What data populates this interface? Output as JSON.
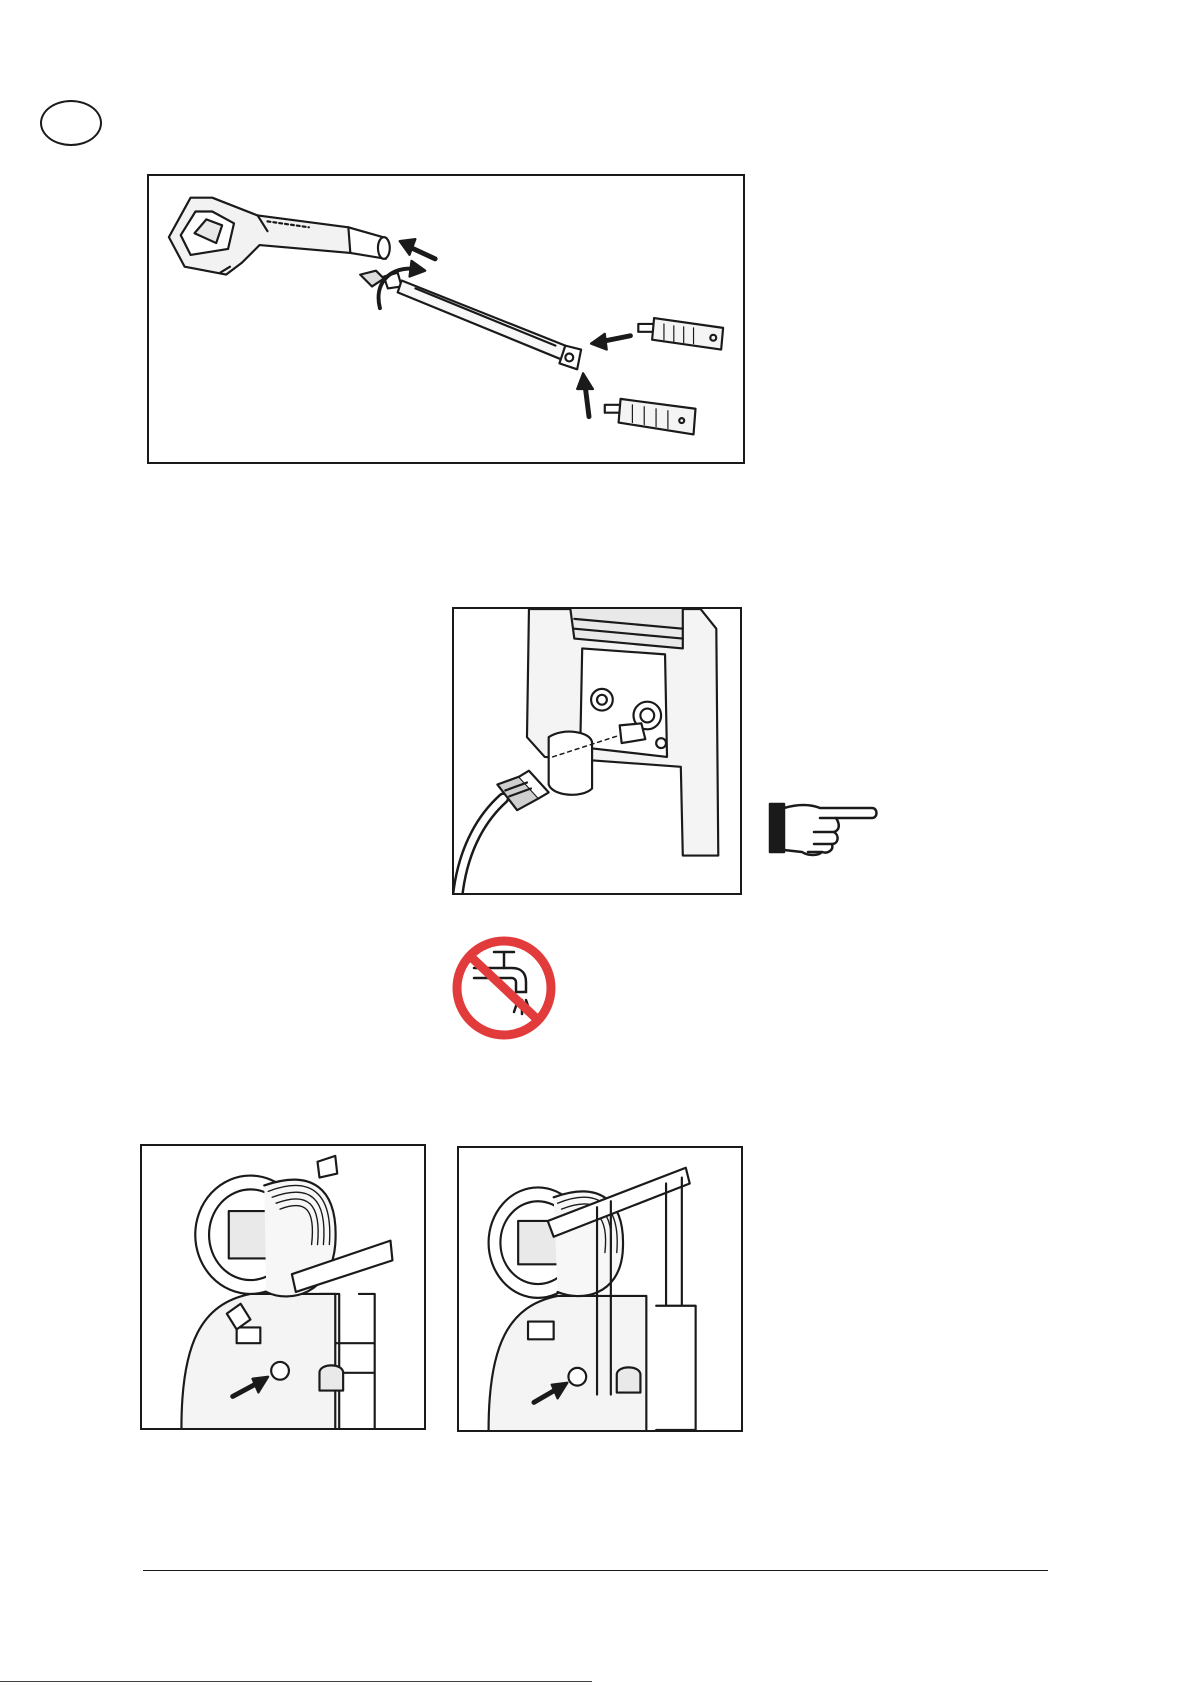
{
  "page": {
    "language_badge": "",
    "footer_text": "",
    "colors": {
      "line": "#1a1a1a",
      "prohibition_red": "#e23b3b",
      "panel_grey": "#e6e6e6"
    }
  },
  "figures": [
    {
      "id": "fig-assemble-lance",
      "icons": [
        "spray-gun",
        "lance",
        "nozzle-rotary",
        "nozzle-fan",
        "arrow",
        "rotate-arrow"
      ]
    },
    {
      "id": "fig-connect-water-hose",
      "icons": [
        "machine-inlet",
        "garden-hose",
        "hand-pointer"
      ]
    },
    {
      "id": "fig-no-tap-water",
      "icons": [
        "no-tap-water"
      ]
    },
    {
      "id": "fig-hose-reel-left",
      "icons": [
        "hose-reel",
        "arrow"
      ]
    },
    {
      "id": "fig-hose-reel-right",
      "icons": [
        "hose-reel",
        "arrow"
      ]
    }
  ]
}
